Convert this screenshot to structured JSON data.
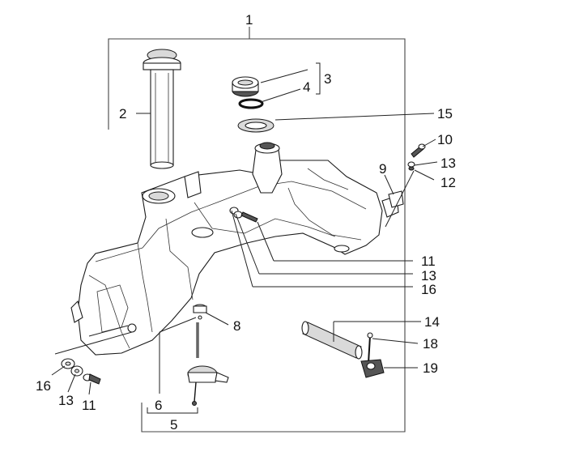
{
  "diagram": {
    "labels": {
      "n1": "1",
      "n2": "2",
      "n3": "3",
      "n4": "4",
      "n5": "5",
      "n6": "6",
      "n8": "8",
      "n9": "9",
      "n10": "10",
      "n11_a": "11",
      "n11_b": "11",
      "n12": "12",
      "n13_a": "13",
      "n13_b": "13",
      "n13_c": "13",
      "n14": "14",
      "n15": "15",
      "n16_a": "16",
      "n16_b": "16",
      "n18": "18",
      "n19": "19"
    }
  }
}
